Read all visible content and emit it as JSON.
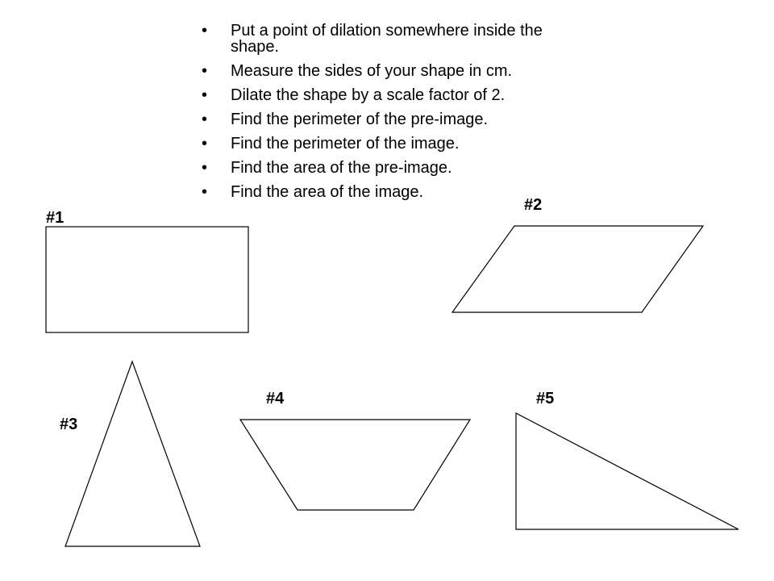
{
  "instructions": [
    "Put a point of dilation somewhere inside the shape.",
    "Measure the sides of your shape in cm.",
    "Dilate the shape by a scale factor of 2.",
    "Find the perimeter of the pre-image.",
    "Find the perimeter of the image.",
    "Find the area of the pre-image.",
    "Find the area of the image."
  ],
  "bullet": "•",
  "shapes": [
    {
      "label": "#1",
      "kind": "rectangle"
    },
    {
      "label": "#2",
      "kind": "parallelogram"
    },
    {
      "label": "#3",
      "kind": "triangle"
    },
    {
      "label": "#4",
      "kind": "trapezoid"
    },
    {
      "label": "#5",
      "kind": "right-triangle"
    }
  ]
}
